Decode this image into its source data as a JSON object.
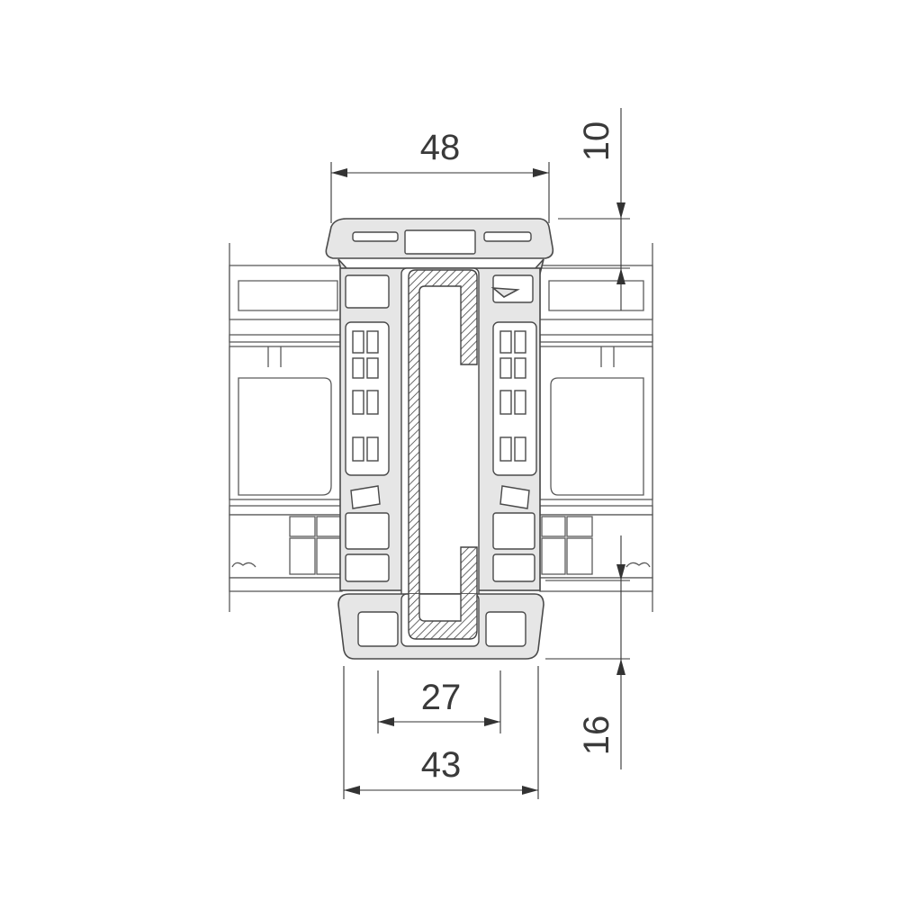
{
  "dimensions": {
    "top_width": "48",
    "top_offset": "10",
    "inner_width": "27",
    "bottom_width": "43",
    "bottom_offset": "16"
  }
}
